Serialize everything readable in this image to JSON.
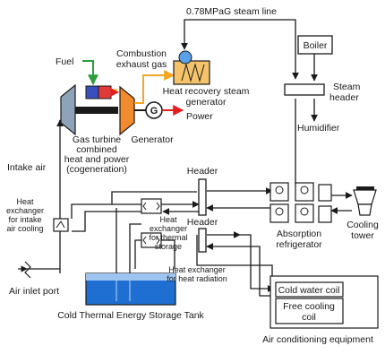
{
  "labels": {
    "steam_line": "0.78MPaG steam line",
    "boiler": "Boiler",
    "fuel": "Fuel",
    "combustion_exhaust_gas": [
      "Combustion",
      "exhaust gas"
    ],
    "hrsg": [
      "Heat recovery steam",
      "generator"
    ],
    "steam_header": [
      "Steam",
      "header"
    ],
    "power": "Power",
    "generator": "Generator",
    "generator_symbol": "G",
    "humidifier": "Humidifier",
    "gas_turbine": [
      "Gas turbine",
      "combined",
      "heat and power",
      "(cogeneration)"
    ],
    "intake_air": "Intake air",
    "header_top": "Header",
    "header_bottom": "Header",
    "hx_intake": [
      "Heat",
      "exchanger",
      "for intake",
      "air cooling"
    ],
    "hx_thermal": [
      "Heat",
      "exchanger",
      "for thermal",
      "storage"
    ],
    "absorption": [
      "Absorption",
      "refrigerator"
    ],
    "cooling_tower": [
      "Cooling",
      "tower"
    ],
    "hx_radiation": [
      "Heat exchanger",
      "for heat radiation"
    ],
    "air_inlet_port": "Air inlet port",
    "cold_water_coil": "Cold water coil",
    "free_cooling_coil": [
      "Free cooling",
      "coil"
    ],
    "storage_tank": "Cold Thermal Energy Storage Tank",
    "ac_equipment": "Air conditioning equipment"
  },
  "colors": {
    "line": "#1a1a1a",
    "fuel_arrow": "#2e9e3e",
    "heat_arrow": "#f5a623",
    "power_arrow": "#e02020",
    "water": "#1e6fd1",
    "water_light": "#9ec5ef",
    "turbine_fill": "#8fa3b8",
    "turbine_hot": "#f28a2e",
    "combustor_blue": "#3a4fbf",
    "combustor_red": "#e03a3a",
    "hrsg_fill": "#f5c36a",
    "hrsg_blue": "#5aa0e8"
  },
  "icons": [
    "gas-turbine-icon",
    "generator-icon",
    "boiler-icon",
    "absorption-refrigerator-icon",
    "cooling-tower-icon",
    "heat-exchanger-icon",
    "storage-tank-icon",
    "air-inlet-icon"
  ]
}
